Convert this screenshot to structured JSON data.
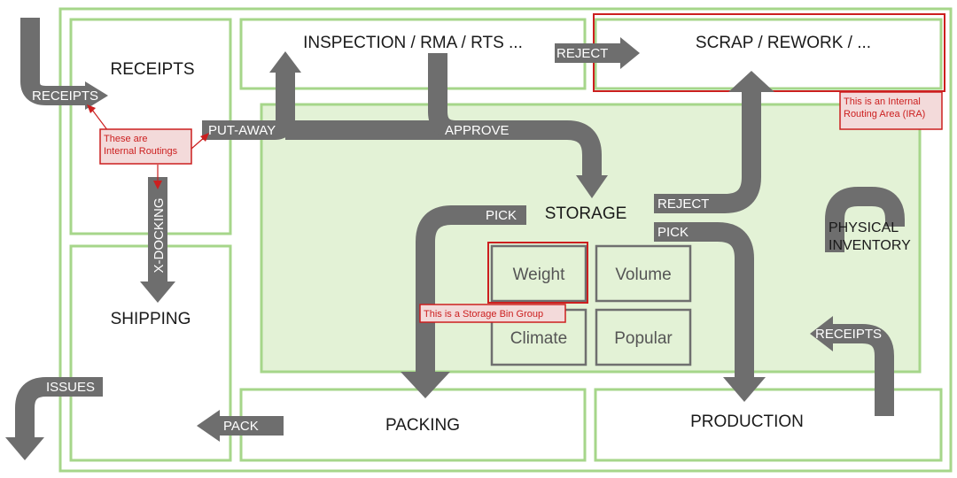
{
  "areas": {
    "receipts": "RECEIPTS",
    "inspection": "INSPECTION / RMA / RTS ...",
    "scrap": "SCRAP / REWORK / ...",
    "storage": "STORAGE",
    "shipping": "SHIPPING",
    "packing": "PACKING",
    "production": "PRODUCTION"
  },
  "bins": {
    "weight": "Weight",
    "volume": "Volume",
    "climate": "Climate",
    "popular": "Popular"
  },
  "flows": {
    "receipts_in": "RECEIPTS",
    "put_away": "PUT-AWAY",
    "approve": "APPROVE",
    "reject_top": "REJECT",
    "reject_storage": "REJECT",
    "pick_left": "PICK",
    "pick_right": "PICK",
    "x_docking": "X-DOCKING",
    "issues": "ISSUES",
    "pack": "PACK",
    "receipts_right": "RECEIPTS",
    "physical": "PHYSICAL",
    "inventory": "INVENTORY"
  },
  "callouts": {
    "internal_routings_1": "These are",
    "internal_routings_2": "Internal Routings",
    "ira_1": "This is an Internal",
    "ira_2": "Routing Area (IRA)",
    "bin_group": "This is a Storage Bin Group"
  },
  "colors": {
    "area_border": "#a6d68a",
    "storage_fill": "#e3f2d6",
    "arrow": "#6e6e6e",
    "annotation": "#cc1f1f"
  }
}
